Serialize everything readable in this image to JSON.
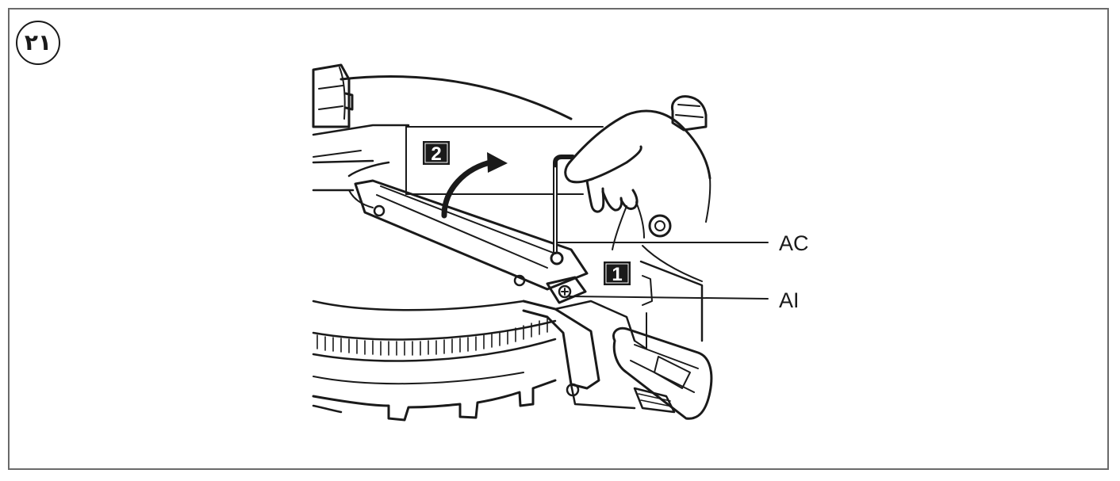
{
  "figure": {
    "number": "٢١"
  },
  "steps": [
    {
      "number": "1"
    },
    {
      "number": "2"
    }
  ],
  "callouts": [
    {
      "label": "AC"
    },
    {
      "label": "AI"
    }
  ],
  "colors": {
    "ink": "#1a1a1a",
    "frame": "#6a6a6a",
    "background": "#ffffff"
  }
}
